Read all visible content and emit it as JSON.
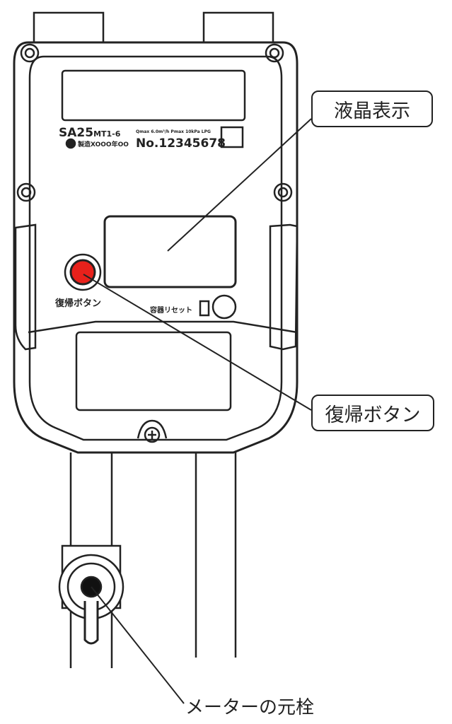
{
  "callouts": {
    "lcd": "液晶表示",
    "reset_button": "復帰ボタン",
    "valve": "メーターの元栓"
  },
  "meter": {
    "model": "SA25",
    "model_sub": "MT1-6",
    "specs": "Qmax 6.0m³/h  Pmax 10kPa  LPG",
    "manufacture": "製造XOOO年OO",
    "serial": "No.12345678",
    "reset_label": "復帰ボタン",
    "container_reset_label": "容器リセット"
  },
  "colors": {
    "button": "#e8211b",
    "line": "#222222"
  }
}
